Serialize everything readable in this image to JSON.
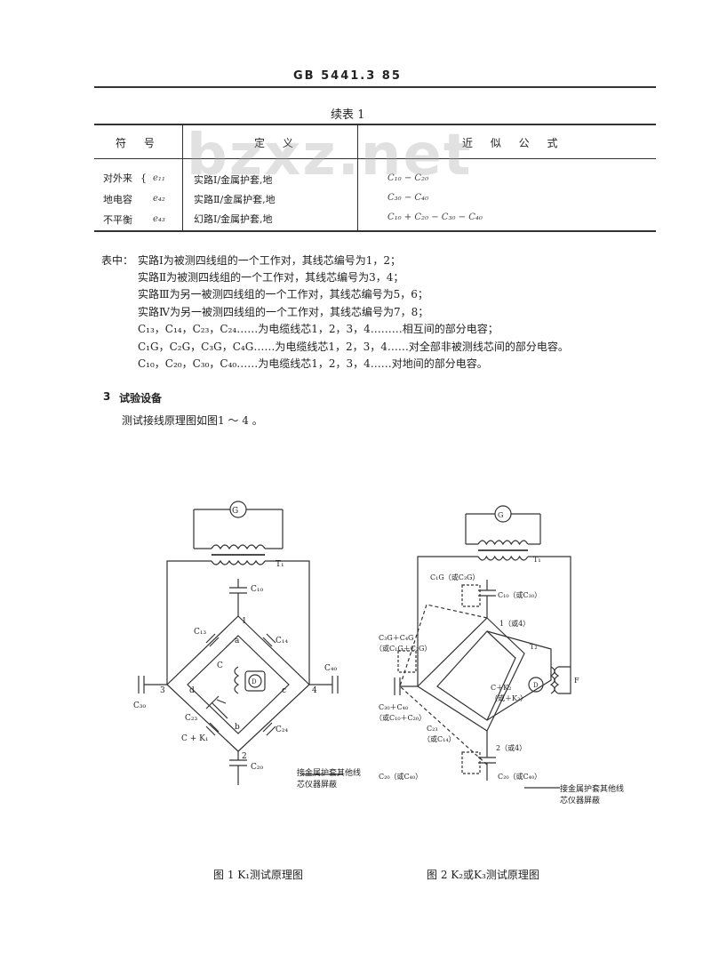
{
  "header": {
    "code": "GB 5441.3  85"
  },
  "table": {
    "caption": "续表 1",
    "col_symbol": "符 号",
    "col_definition": "定 义",
    "col_formula": "近 似 公 式",
    "group_labels": [
      "对外来",
      "地电容",
      "不平衡"
    ],
    "symbols": [
      "e₁₁",
      "e₄₂",
      "e₄₃"
    ],
    "definitions": [
      "实路Ⅰ/金属护套,地",
      "实路Ⅱ/金属护套,地",
      "幻路Ⅰ/金属护套,地"
    ],
    "formulas": [
      "C₁₀ − C₂₀",
      "C₃₀ − C₄₀",
      "C₁₀ + C₂₀ − C₃₀ − C₄₀"
    ]
  },
  "watermark": "bzxz.net",
  "notes": {
    "lead": "表中：",
    "lines": [
      "实路Ⅰ为被测四线组的一个工作对，其线芯编号为1，2；",
      "实路Ⅱ为被测四线组的一个工作对，其线芯编号为3，4；",
      "实路Ⅲ为另一被测四线组的一个工作对，其线芯编号为5，6；",
      "实路Ⅳ为另一被测四线组的一个工作对，其线芯编号为7，8；",
      "C₁₃，C₁₄，C₂₃，C₂₄……为电缆线芯1，2，3，4………相互间的部分电容；",
      "C₁G，C₂G，C₃G，C₄G……为电缆线芯1，2，3，4……对全部非被测线芯间的部分电容。",
      "C₁₀，C₂₀，C₃₀，C₄₀……为电缆线芯1，2，3，4……对地间的部分电容。"
    ]
  },
  "section": {
    "number": "3",
    "title": "试验设备",
    "body": "测试接线原理图如图1 ～ 4 。"
  },
  "figure1": {
    "caption": "图 1   K₁测试原理图",
    "labels": {
      "G": "G",
      "T1": "T₁",
      "D": "D",
      "C10": "C₁₀",
      "C20": "C₂₀",
      "C30": "C₃₀",
      "C40": "C₄₀",
      "C13": "C₁₃",
      "C14": "C₁₄",
      "C23": "C₂₃",
      "C24": "C₂₄",
      "C": "C",
      "CK1": "C + K₁",
      "n1": "1",
      "n2": "2",
      "n3": "3",
      "n4": "4",
      "a": "a",
      "b": "b",
      "c": "c",
      "d": "d",
      "note": "接金属护套其他线芯仪器屏蔽"
    }
  },
  "figure2": {
    "caption": "图 2   K₂或K₃测试原理图",
    "labels": {
      "G": "G",
      "T1": "T₁",
      "T2": "T₂",
      "D": "D",
      "F": "F",
      "C1G": "C₁G（或C₃G）",
      "C10": "C₁₀（或C₃₀）",
      "C3G4G": "C₃G＋C₄G",
      "C1G2G": "（或C₁G＋C₂G）",
      "C30C40": "C₃₀＋C₄₀",
      "C10C20": "（或C₁₀＋C₂₀）",
      "C23": "C₂₃",
      "C14": "（或C₁₄）",
      "C20": "C₂₀（或C₄₀）",
      "C20b": "C₂₀（或C₄₀）",
      "CK2": "C＋K₂",
      "CK3": "（或＋K₃）",
      "n1": "1（或4）",
      "n2": "2（或4）",
      "note": "接金属护套其他线芯仪器屏蔽"
    }
  }
}
